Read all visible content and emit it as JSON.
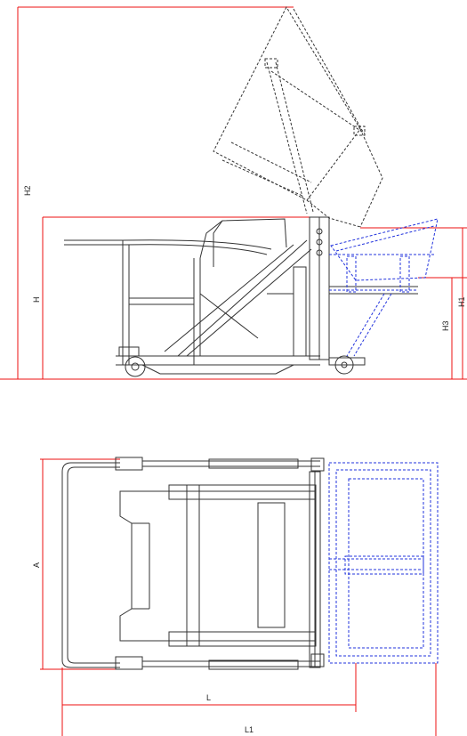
{
  "labels": {
    "h2": "H2",
    "h": "H",
    "h1": "H1",
    "h3": "H3",
    "a": "A",
    "l": "L",
    "l1": "L1"
  },
  "colors": {
    "dimension": "#e11",
    "outline": "#333",
    "alternate_position": "#2233dd"
  }
}
